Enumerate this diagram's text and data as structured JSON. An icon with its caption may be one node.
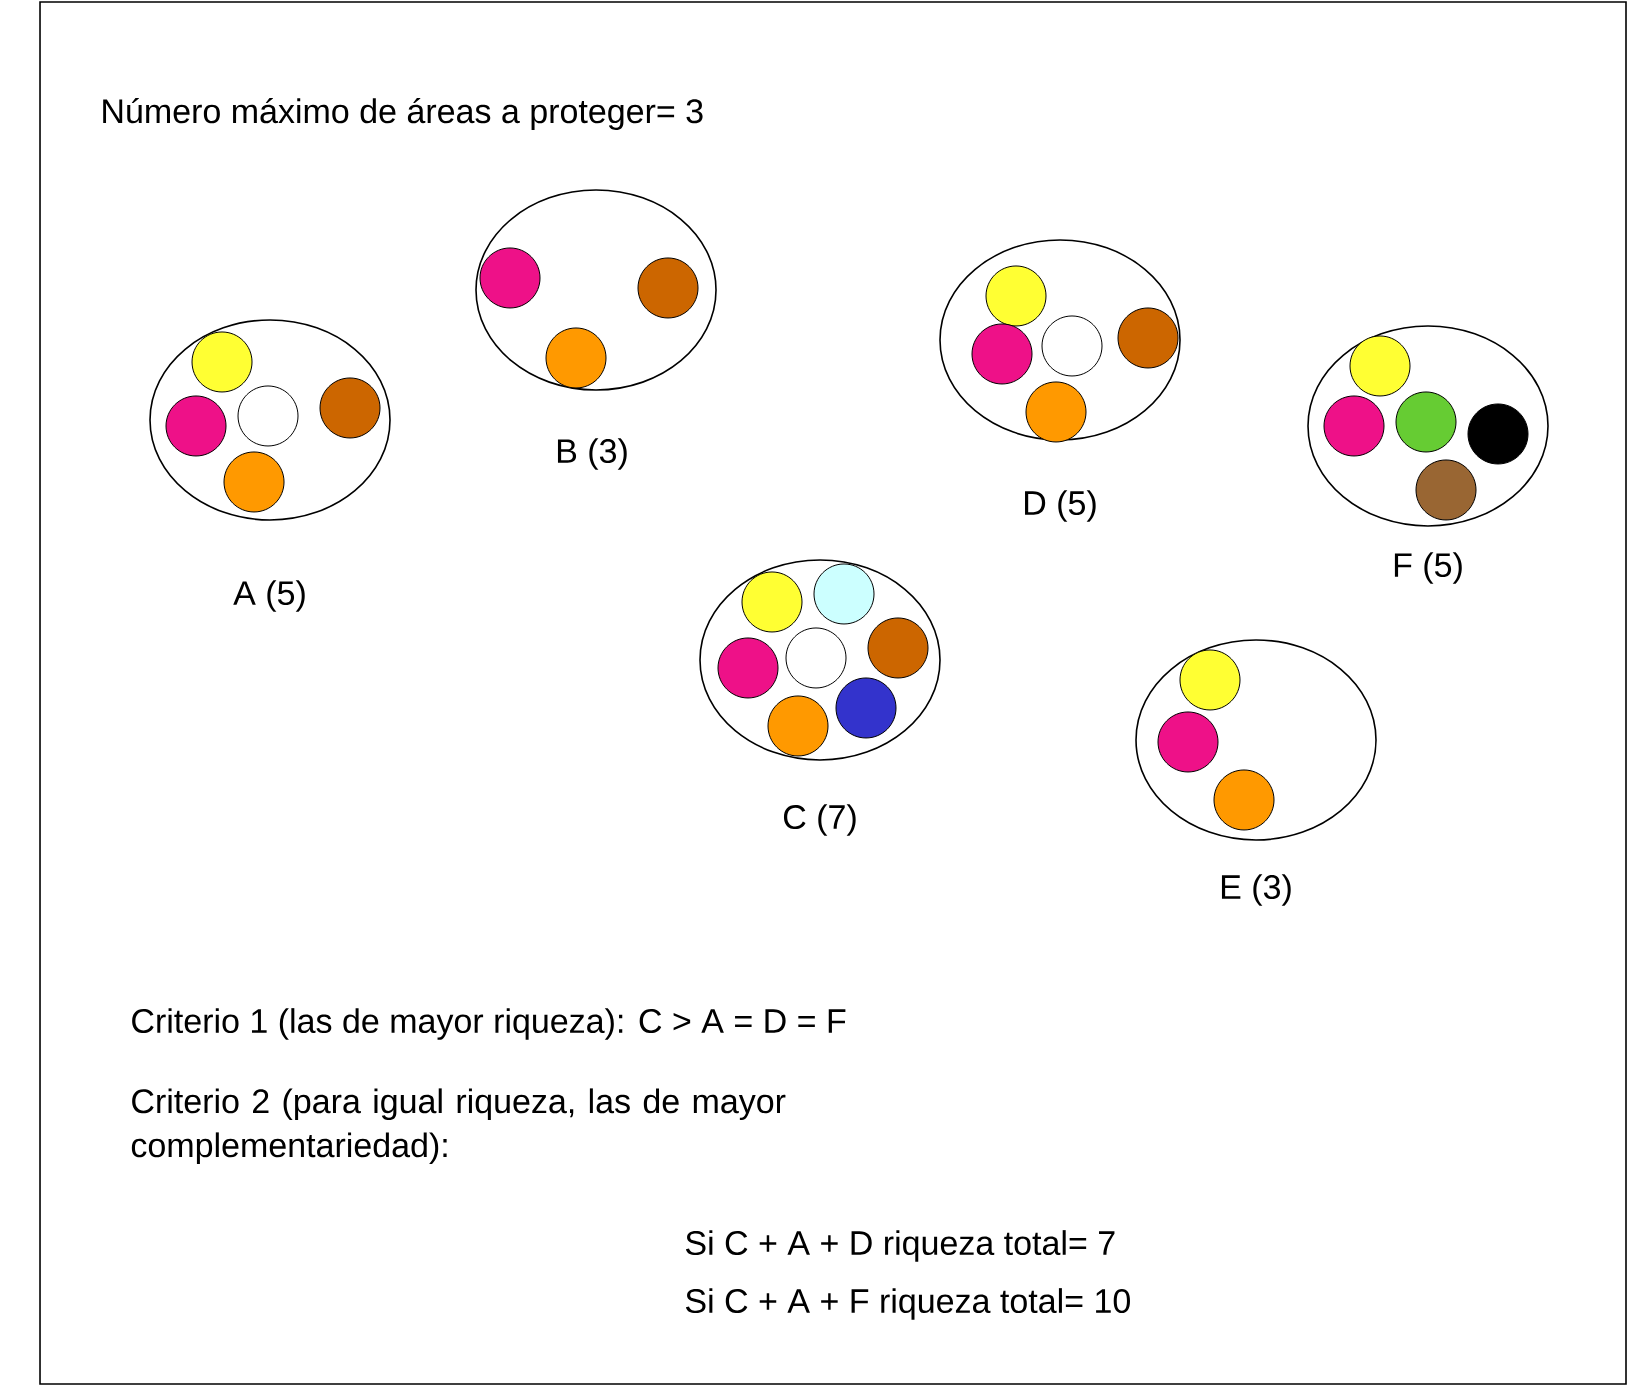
{
  "diagram": {
    "nodes": [
      {
        "text": [
          "A (5)"
        ]
      },
      {
        "text": [
          "B (3)"
        ]
      },
      {
        "text": [
          "D (5)"
        ]
      },
      {
        "text": [
          "F (5)"
        ]
      },
      {
        "text": [
          "C (7)"
        ]
      },
      {
        "text": [
          "E (3)"
        ]
      }
    ],
    "labels": [
      "Número máximo de áreas a proteger= 3",
      "Criterio 1 (las de mayor riqueza): C > A = D = F",
      "Criterio 2 (para igual riqueza, las de mayor complementariedad):",
      "Si C + A + D riqueza total= 7",
      "Si C + A + F riqueza total= 10"
    ]
  }
}
